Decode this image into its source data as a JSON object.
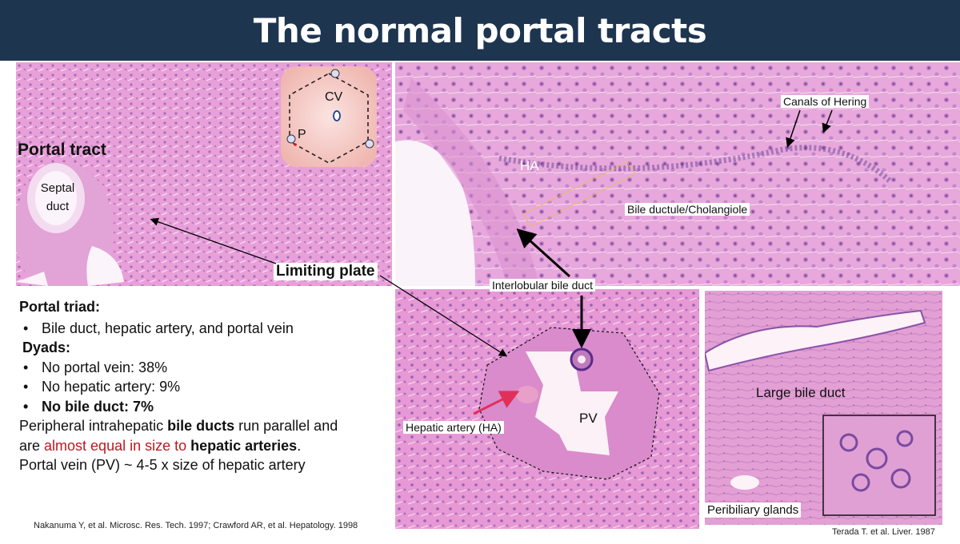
{
  "title": "The normal portal tracts",
  "panel_top_left": {
    "portal_tract": "Portal tract",
    "septal_duct": "Septal duct",
    "limiting_plate": "Limiting plate",
    "inset_cv": "CV",
    "inset_p": "P"
  },
  "panel_top_right": {
    "canals_of_hering": "Canals of Hering",
    "ha": "HA",
    "bile_ductule": "Bile ductule/Cholangiole",
    "interlobular_bile_duct": "Interlobular bile duct"
  },
  "panel_bottom_mid": {
    "hepatic_artery": "Hepatic artery (HA)",
    "pv": "PV"
  },
  "panel_bottom_right": {
    "large_bile_duct": "Large bile duct",
    "peribiliary_glands": "Peribiliary glands"
  },
  "text": {
    "portal_triad_heading": "Portal triad:",
    "triad_item": "Bile duct, hepatic artery, and  portal vein",
    "dyads_heading": "Dyads:",
    "dyad_items": [
      "No portal vein: 38%",
      "No hepatic artery: 9%",
      "No bile duct: 7%"
    ],
    "sentence1_a": "Peripheral intrahepatic ",
    "sentence1_b": "bile ducts",
    "sentence1_c": " run parallel and",
    "sentence2_a": "are ",
    "sentence2_b": "almost equal in size to",
    "sentence2_c": " hepatic arteries",
    "sentence2_d": ".",
    "sentence3": "Portal vein (PV) ~ 4-5 x size of hepatic artery",
    "bullet": "•"
  },
  "citations": {
    "left": "Nakanuma Y, et al. Microsc. Res. Tech. 1997; Crawford AR, et al. Hepatology. 1998",
    "right": "Terada T. et al. Liver. 1987"
  },
  "colors": {
    "header_bg": "#1e3550",
    "header_text": "#ffffff",
    "highlight_red": "#c0161e",
    "tissue_pink": "#e79ad6"
  }
}
